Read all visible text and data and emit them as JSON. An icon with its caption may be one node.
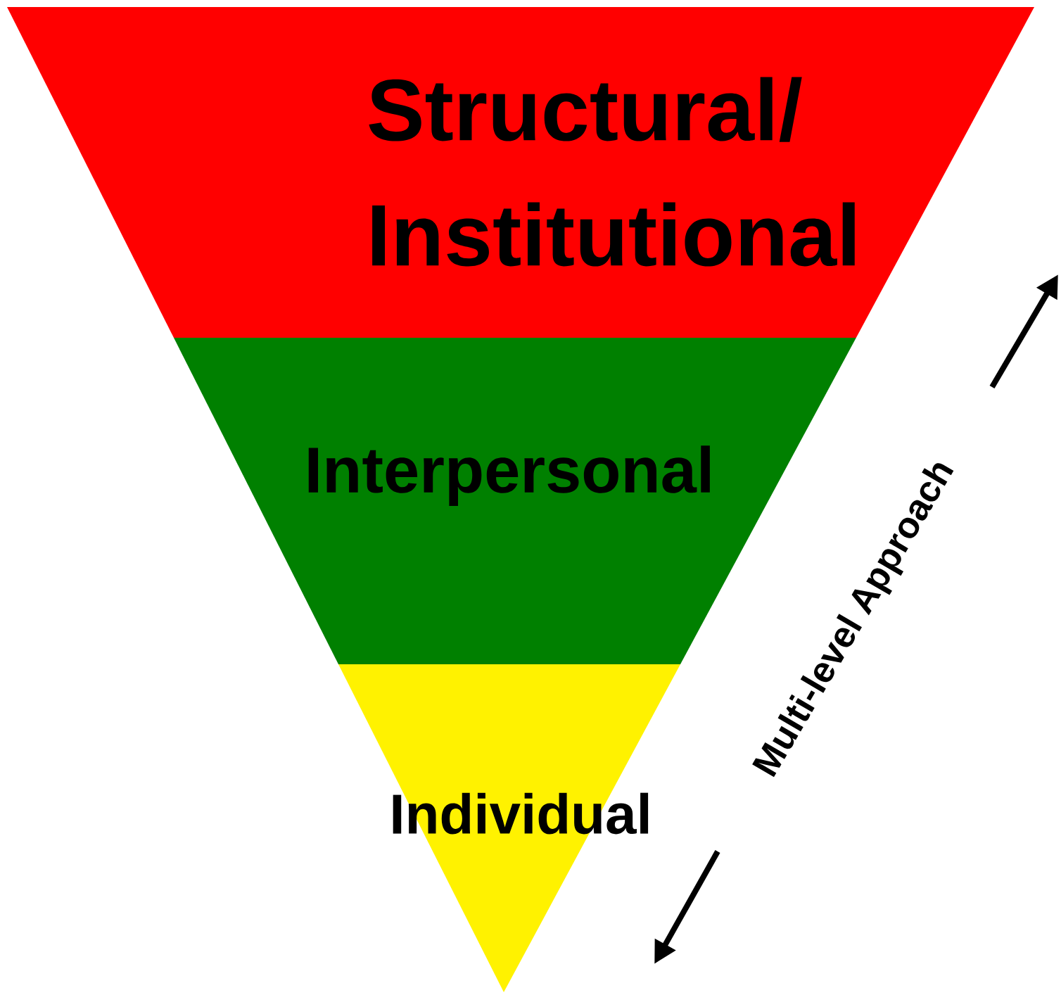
{
  "diagram": {
    "nodes": [
      {
        "text": [
          "Structural/ Institutional"
        ]
      },
      {
        "text": [
          "Interpersonal"
        ]
      },
      {
        "text": [
          "Individual"
        ]
      }
    ],
    "labels": [
      "Multi-level Approach"
    ]
  }
}
